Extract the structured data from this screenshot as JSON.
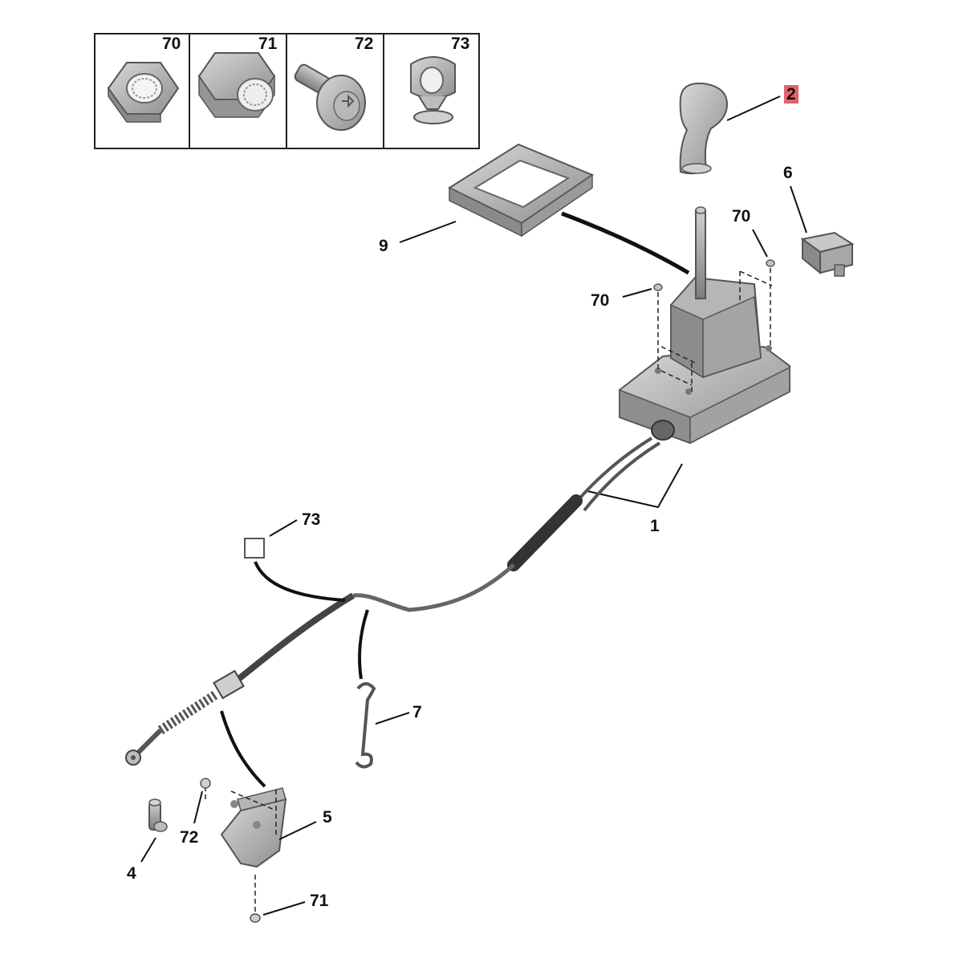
{
  "diagram": {
    "legend_numbers": [
      "70",
      "71",
      "72",
      "73"
    ],
    "callouts": {
      "c2": "2",
      "c6": "6",
      "c70_top": "70",
      "c9": "9",
      "c70_left": "70",
      "c1": "1",
      "c73": "73",
      "c7": "7",
      "c5": "5",
      "c72": "72",
      "c4": "4",
      "c71": "71"
    },
    "highlight_color": "#e2626b",
    "part_icons": [
      "hex-nut-icon",
      "flange-nut-icon",
      "flange-bolt-icon",
      "cable-clip-icon",
      "gear-knob-icon",
      "switch-icon",
      "gaiter-frame-icon",
      "shifter-housing-icon",
      "shift-cable-icon",
      "pin-icon",
      "spring-clip-icon",
      "bracket-icon",
      "washer-icon"
    ]
  }
}
